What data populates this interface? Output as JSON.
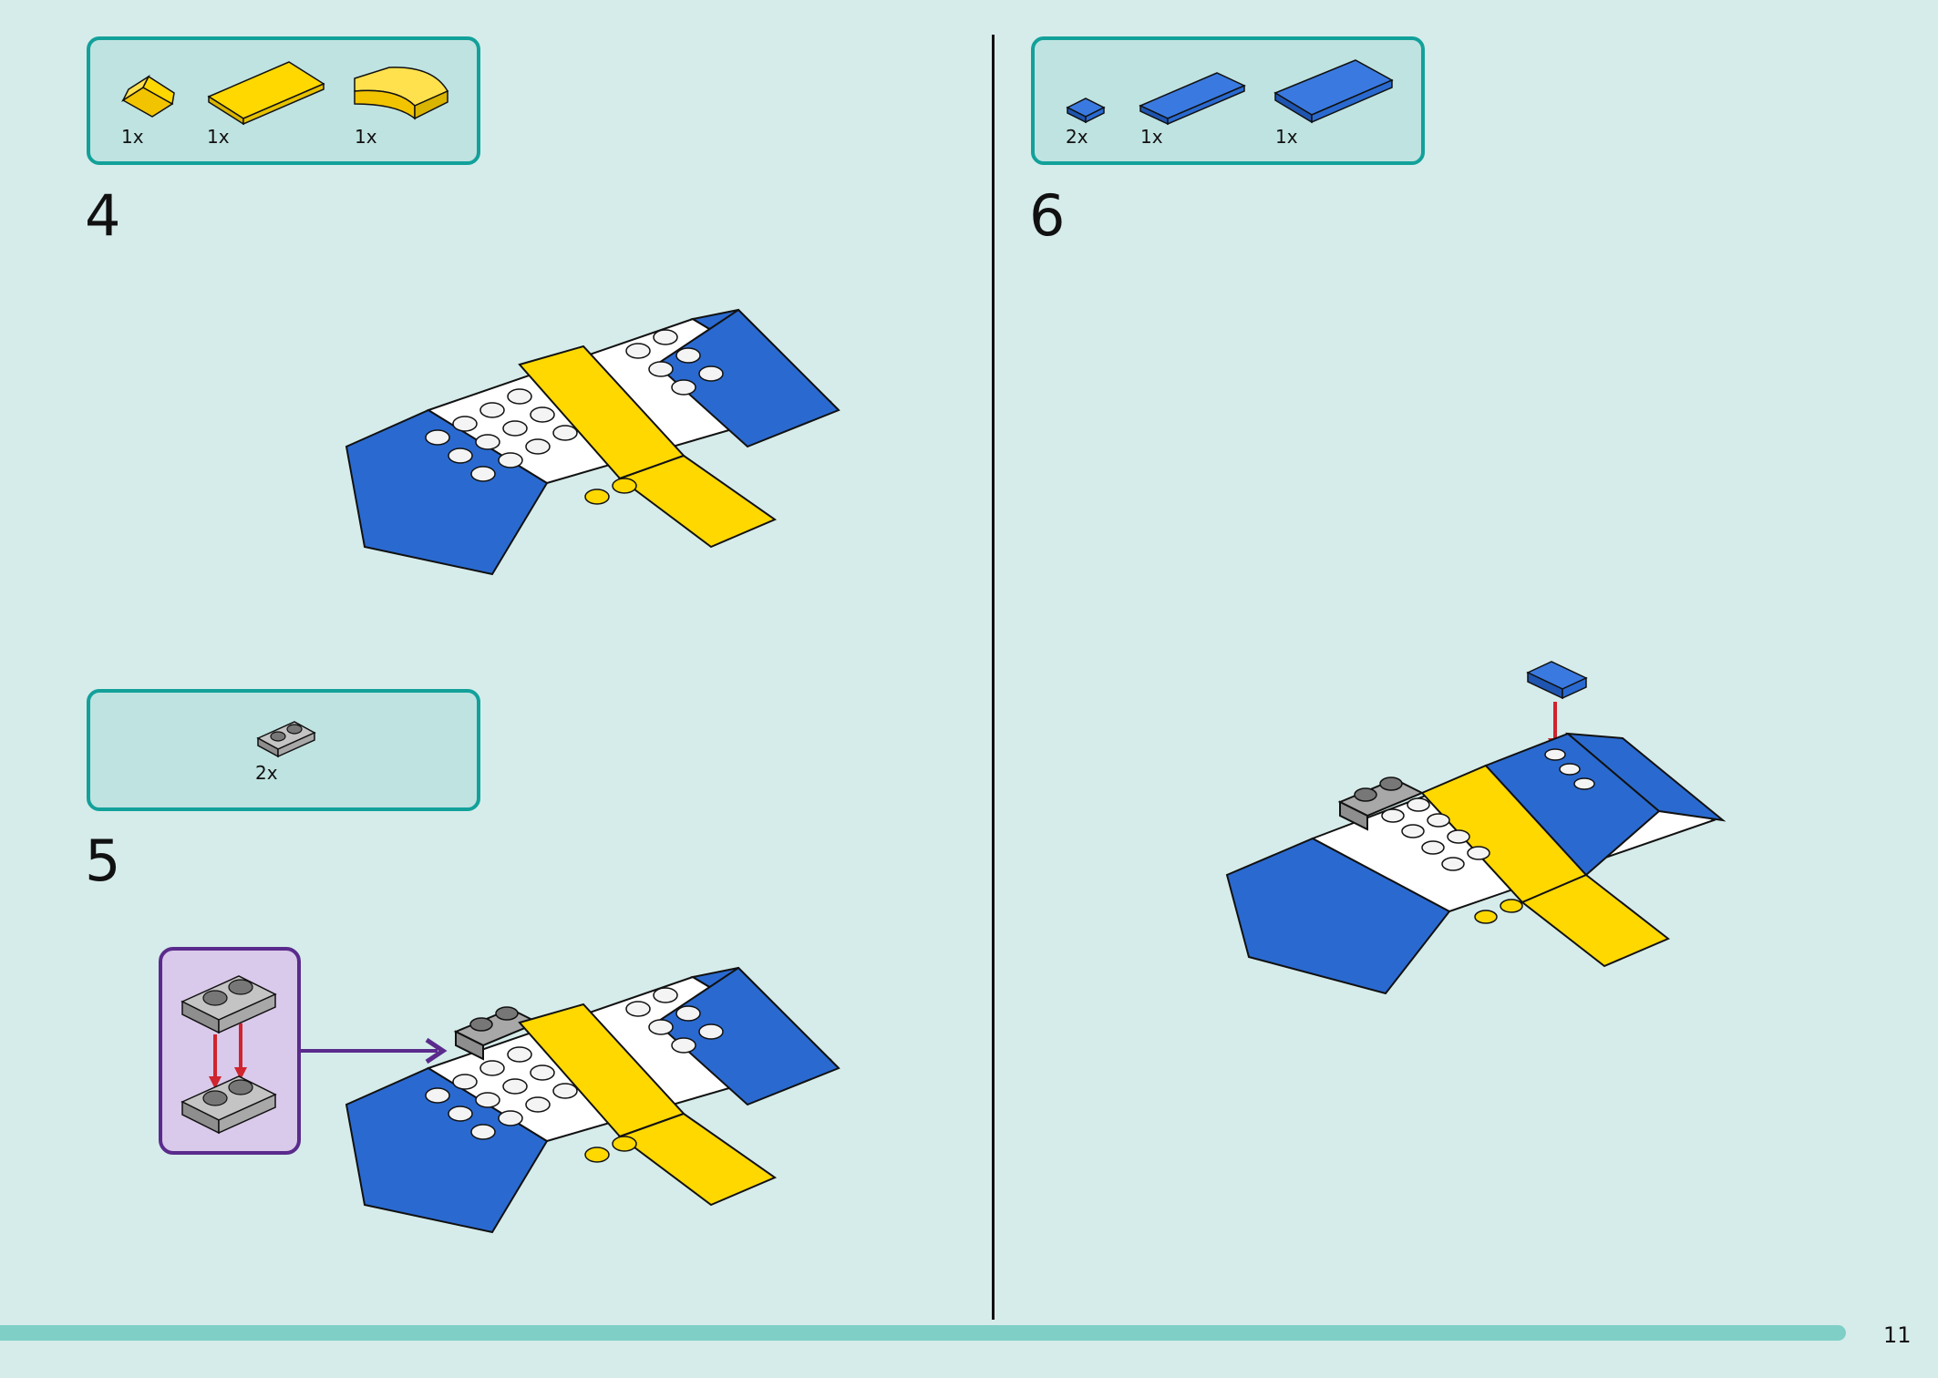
{
  "page": {
    "number": "11"
  },
  "colors": {
    "background": "#d6ecea",
    "parts_box_border": "#12a19a",
    "parts_box_fill": "#bfe3e1",
    "lego_blue": "#2a6ad0",
    "lego_yellow": "#ffd800",
    "lego_grey": "#a8a8a8",
    "lego_white": "#ffffff",
    "arrow_red": "#d0242e",
    "callout_purple": "#5a2b8c",
    "progress_bar": "#7fcfc7"
  },
  "steps": [
    {
      "number": "4",
      "parts": [
        {
          "icon": "yellow-slope-small-icon",
          "qty": "1x"
        },
        {
          "icon": "yellow-tile-long-icon",
          "qty": "1x"
        },
        {
          "icon": "yellow-curved-slope-icon",
          "qty": "1x"
        }
      ]
    },
    {
      "number": "5",
      "parts": [
        {
          "icon": "grey-plate-1x2-icon",
          "qty": "2x"
        }
      ]
    },
    {
      "number": "6",
      "parts": [
        {
          "icon": "blue-tile-small-icon",
          "qty": "2x"
        },
        {
          "icon": "blue-tile-long-icon",
          "qty": "1x"
        },
        {
          "icon": "blue-tile-wide-icon",
          "qty": "1x"
        }
      ]
    }
  ]
}
